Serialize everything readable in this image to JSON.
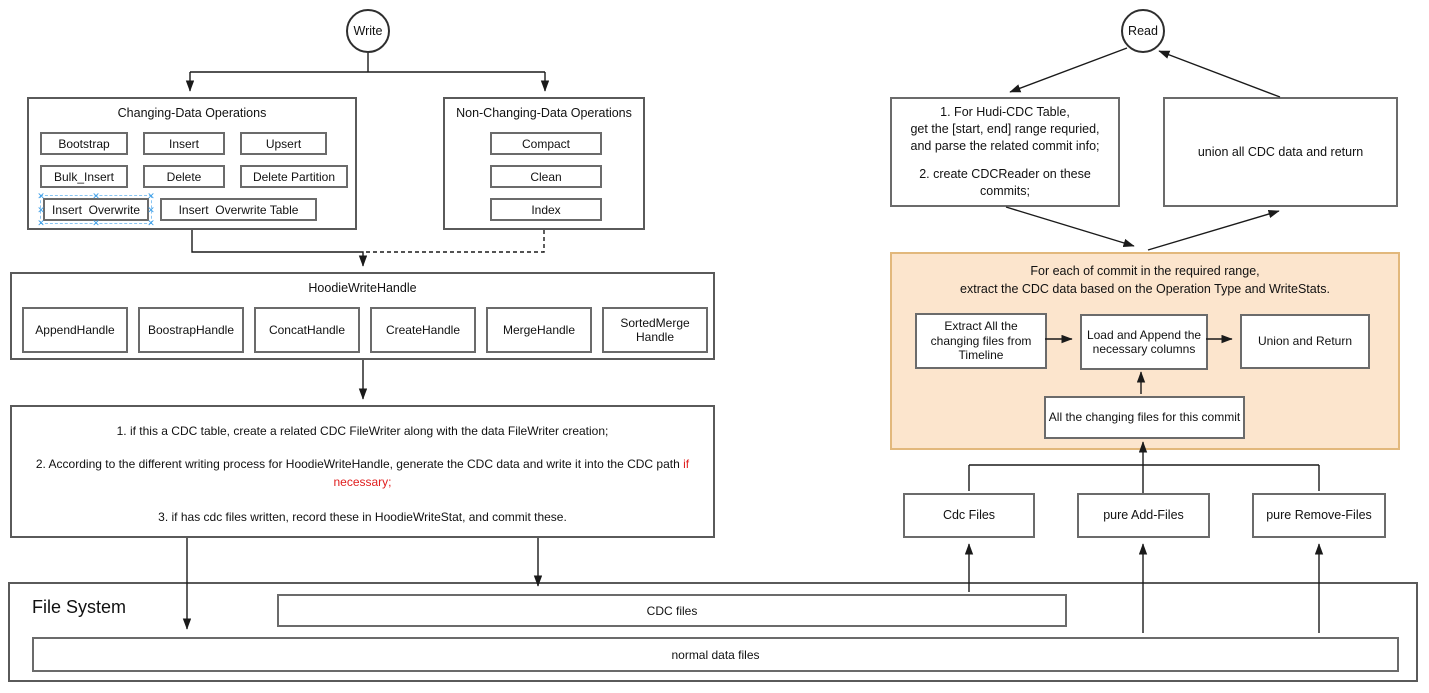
{
  "write_flow": {
    "entry": "Write",
    "changing_ops": {
      "title": "Changing-Data Operations",
      "row1": [
        "Bootstrap",
        "Insert",
        "Upsert"
      ],
      "row2": [
        "Bulk_Insert",
        "Delete",
        "Delete Partition"
      ],
      "row3": [
        "Insert  Overwrite",
        "Insert  Overwrite Table"
      ]
    },
    "non_changing_ops": {
      "title": "Non-Changing-Data Operations",
      "items": [
        "Compact",
        "Clean",
        "Index"
      ]
    },
    "write_handle": {
      "title": "HoodieWriteHandle",
      "handles": [
        "AppendHandle",
        "BoostrapHandle",
        "ConcatHandle",
        "CreateHandle",
        "MergeHandle",
        "SortedMerge Handle"
      ]
    },
    "steps": {
      "line1": "1. if this a CDC table, create a related CDC FileWriter along with the data FileWriter creation;",
      "line2_prefix": "2. According to the different writing process for HoodieWriteHandle, generate the CDC data and write it into the CDC path ",
      "line2_highlight": "if necessary;",
      "line3": "3. if has cdc files written, record these in HoodieWriteStat, and commit these."
    }
  },
  "read_flow": {
    "entry": "Read",
    "prepare": {
      "l1": "1. For Hudi-CDC Table,",
      "l2": "get the [start, end] range requried,",
      "l3": "and parse the related commit info;",
      "l4": "2. create CDCReader on these commits;"
    },
    "union_all": "union all CDC data and return",
    "per_commit": {
      "title_l1": "For each of commit in the required range,",
      "title_l2": "extract the CDC data based on the Operation Type and WriteStats.",
      "extract": "Extract All the changing files from Timeline",
      "load": "Load and Append the necessary columns",
      "union_return": "Union and Return",
      "changing_files": "All the changing files for this commit"
    },
    "file_groups": [
      "Cdc Files",
      "pure Add-Files",
      "pure Remove-Files"
    ]
  },
  "file_system": {
    "title": "File System",
    "cdc_files": "CDC files",
    "normal_files": "normal data files"
  },
  "colors": {
    "orange_fill": "#fce5cd",
    "orange_stroke": "#e2b87c",
    "highlight_red": "#e01e1e",
    "selection_blue": "#3d9fe8"
  }
}
